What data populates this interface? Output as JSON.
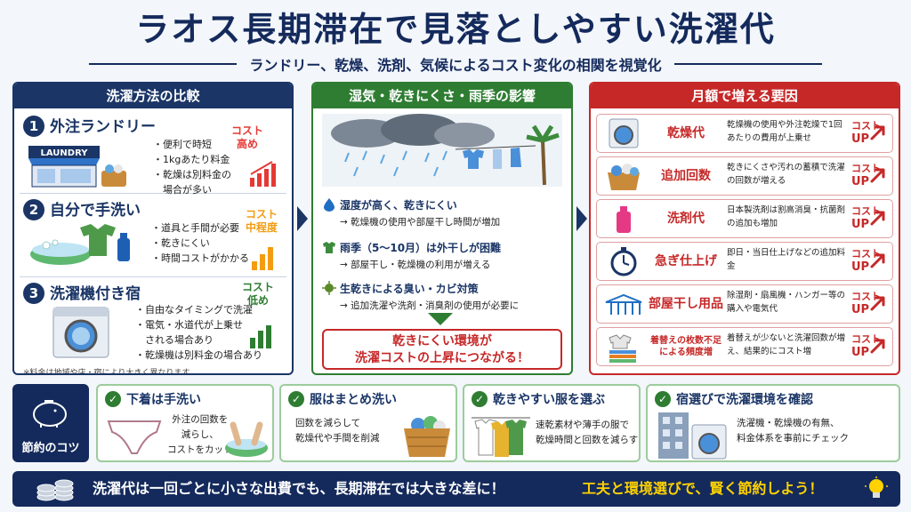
{
  "title": "ラオス長期滞在で見落としやすい洗濯代",
  "subtitle": "ランドリー、乾燥、洗剤、気候によるコスト変化の相関を視覚化",
  "panel_methods": {
    "header": "洗濯方法の比較",
    "items": [
      {
        "num": "1",
        "title": "外注ランドリー",
        "sign": "LAUNDRY",
        "points": [
          "・便利で時短",
          "・1kgあたり料金",
          "・乾燥は別料金の",
          "　場合が多い"
        ],
        "cost": "コスト",
        "cost_level": "高め",
        "color": "#e53935"
      },
      {
        "num": "2",
        "title": "自分で手洗い",
        "points": [
          "・道具と手間が必要",
          "・乾きにくい",
          "・時間コストがかかる"
        ],
        "cost": "コスト",
        "cost_level": "中程度",
        "color": "#f39c12"
      },
      {
        "num": "3",
        "title": "洗濯機付き宿",
        "points": [
          "・自由なタイミングで洗濯",
          "・電気・水道代が上乗せ",
          "　される場合あり",
          "・乾燥機は別料金の場合あり"
        ],
        "cost": "コスト",
        "cost_level": "低め",
        "color": "#2e7d32"
      }
    ],
    "note": "※料金は地域や店・宿により大きく異なります。"
  },
  "panel_climate": {
    "header": "湿気・乾きにくさ・雨季の影響",
    "effects": [
      {
        "title": "湿度が高く、乾きにくい",
        "text": "→ 乾燥機の使用や部屋干し時間が増加"
      },
      {
        "title": "雨季（5〜10月）は外干しが困難",
        "text": "→ 部屋干し・乾燥機の利用が増える"
      },
      {
        "title": "生乾きによる臭い・カビ対策",
        "text": "→ 追加洗濯や洗剤・消臭剤の使用が必要に"
      }
    ],
    "conclusion_line1": "乾きにくい環境が",
    "conclusion_line2": "洗濯コストの上昇につながる！"
  },
  "panel_factors": {
    "header": "月額で増える要因",
    "up_label": "コスト",
    "up_word": "UP",
    "items": [
      {
        "name": "乾燥代",
        "desc": "乾燥機の使用や外注乾燥で1回あたりの費用が上乗せ"
      },
      {
        "name": "追加回数",
        "desc": "乾きにくさや汚れの蓄積で洗濯の回数が増える"
      },
      {
        "name": "洗剤代",
        "desc": "日本製洗剤は割高消臭・抗菌剤の追加も増加"
      },
      {
        "name": "急ぎ仕上げ",
        "desc": "即日・当日仕上げなどの追加料金"
      },
      {
        "name": "部屋干し用品",
        "desc": "除湿剤・扇風機・ハンガー等の購入や電気代"
      },
      {
        "name": "着替えの枚数不足による頻度増",
        "desc": "着替えが少ないと洗濯回数が増え、結果的にコスト増"
      }
    ]
  },
  "tips": {
    "label": "節約のコツ",
    "items": [
      {
        "title": "下着は手洗い",
        "text": [
          "外注の回数を",
          "減らし、",
          "コストをカット"
        ]
      },
      {
        "title": "服はまとめ洗い",
        "text": [
          "回数を減らして",
          "乾燥代や手間を削減"
        ]
      },
      {
        "title": "乾きやすい服を選ぶ",
        "text": [
          "速乾素材や薄手の服で",
          "乾燥時間と回数を減らす"
        ]
      },
      {
        "title": "宿選びで洗濯環境を確認",
        "text": [
          "洗濯機・乾燥機の有無、",
          "料金体系を事前にチェック"
        ]
      }
    ]
  },
  "footer": {
    "main": "洗濯代は一回ごとに小さな出費でも、長期滞在では大きな差に！",
    "highlight": "工夫と環境選びで、賢く節約しよう！"
  },
  "colors": {
    "navy": "#142a5c",
    "green": "#2e7d32",
    "red": "#c62828",
    "yellow": "#ffd200"
  }
}
